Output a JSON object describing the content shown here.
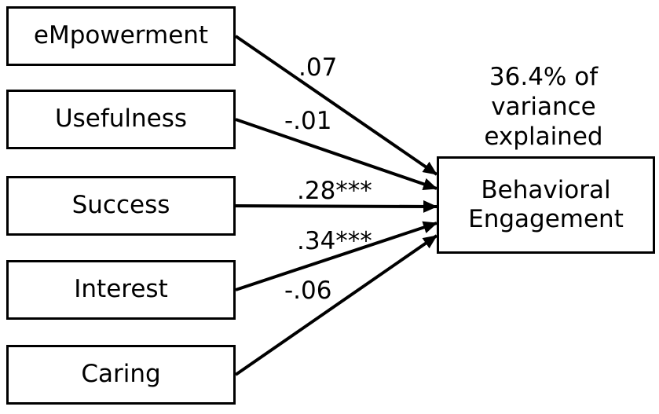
{
  "predictors": [
    {
      "label": "eMpowerment",
      "coefficient": ".07"
    },
    {
      "label": "Usefulness",
      "coefficient": "-.01"
    },
    {
      "label": "Success",
      "coefficient": ".28***"
    },
    {
      "label": "Interest",
      "coefficient": ".34***"
    },
    {
      "label": "Caring",
      "coefficient": "-.06"
    }
  ],
  "outcome": {
    "line1": "Behavioral",
    "line2": "Engagement"
  },
  "variance_note": {
    "line1": "36.4% of",
    "line2": "variance",
    "line3": "explained"
  },
  "colors": {
    "line": "#000000",
    "box_border": "#000000",
    "background": "#ffffff"
  }
}
